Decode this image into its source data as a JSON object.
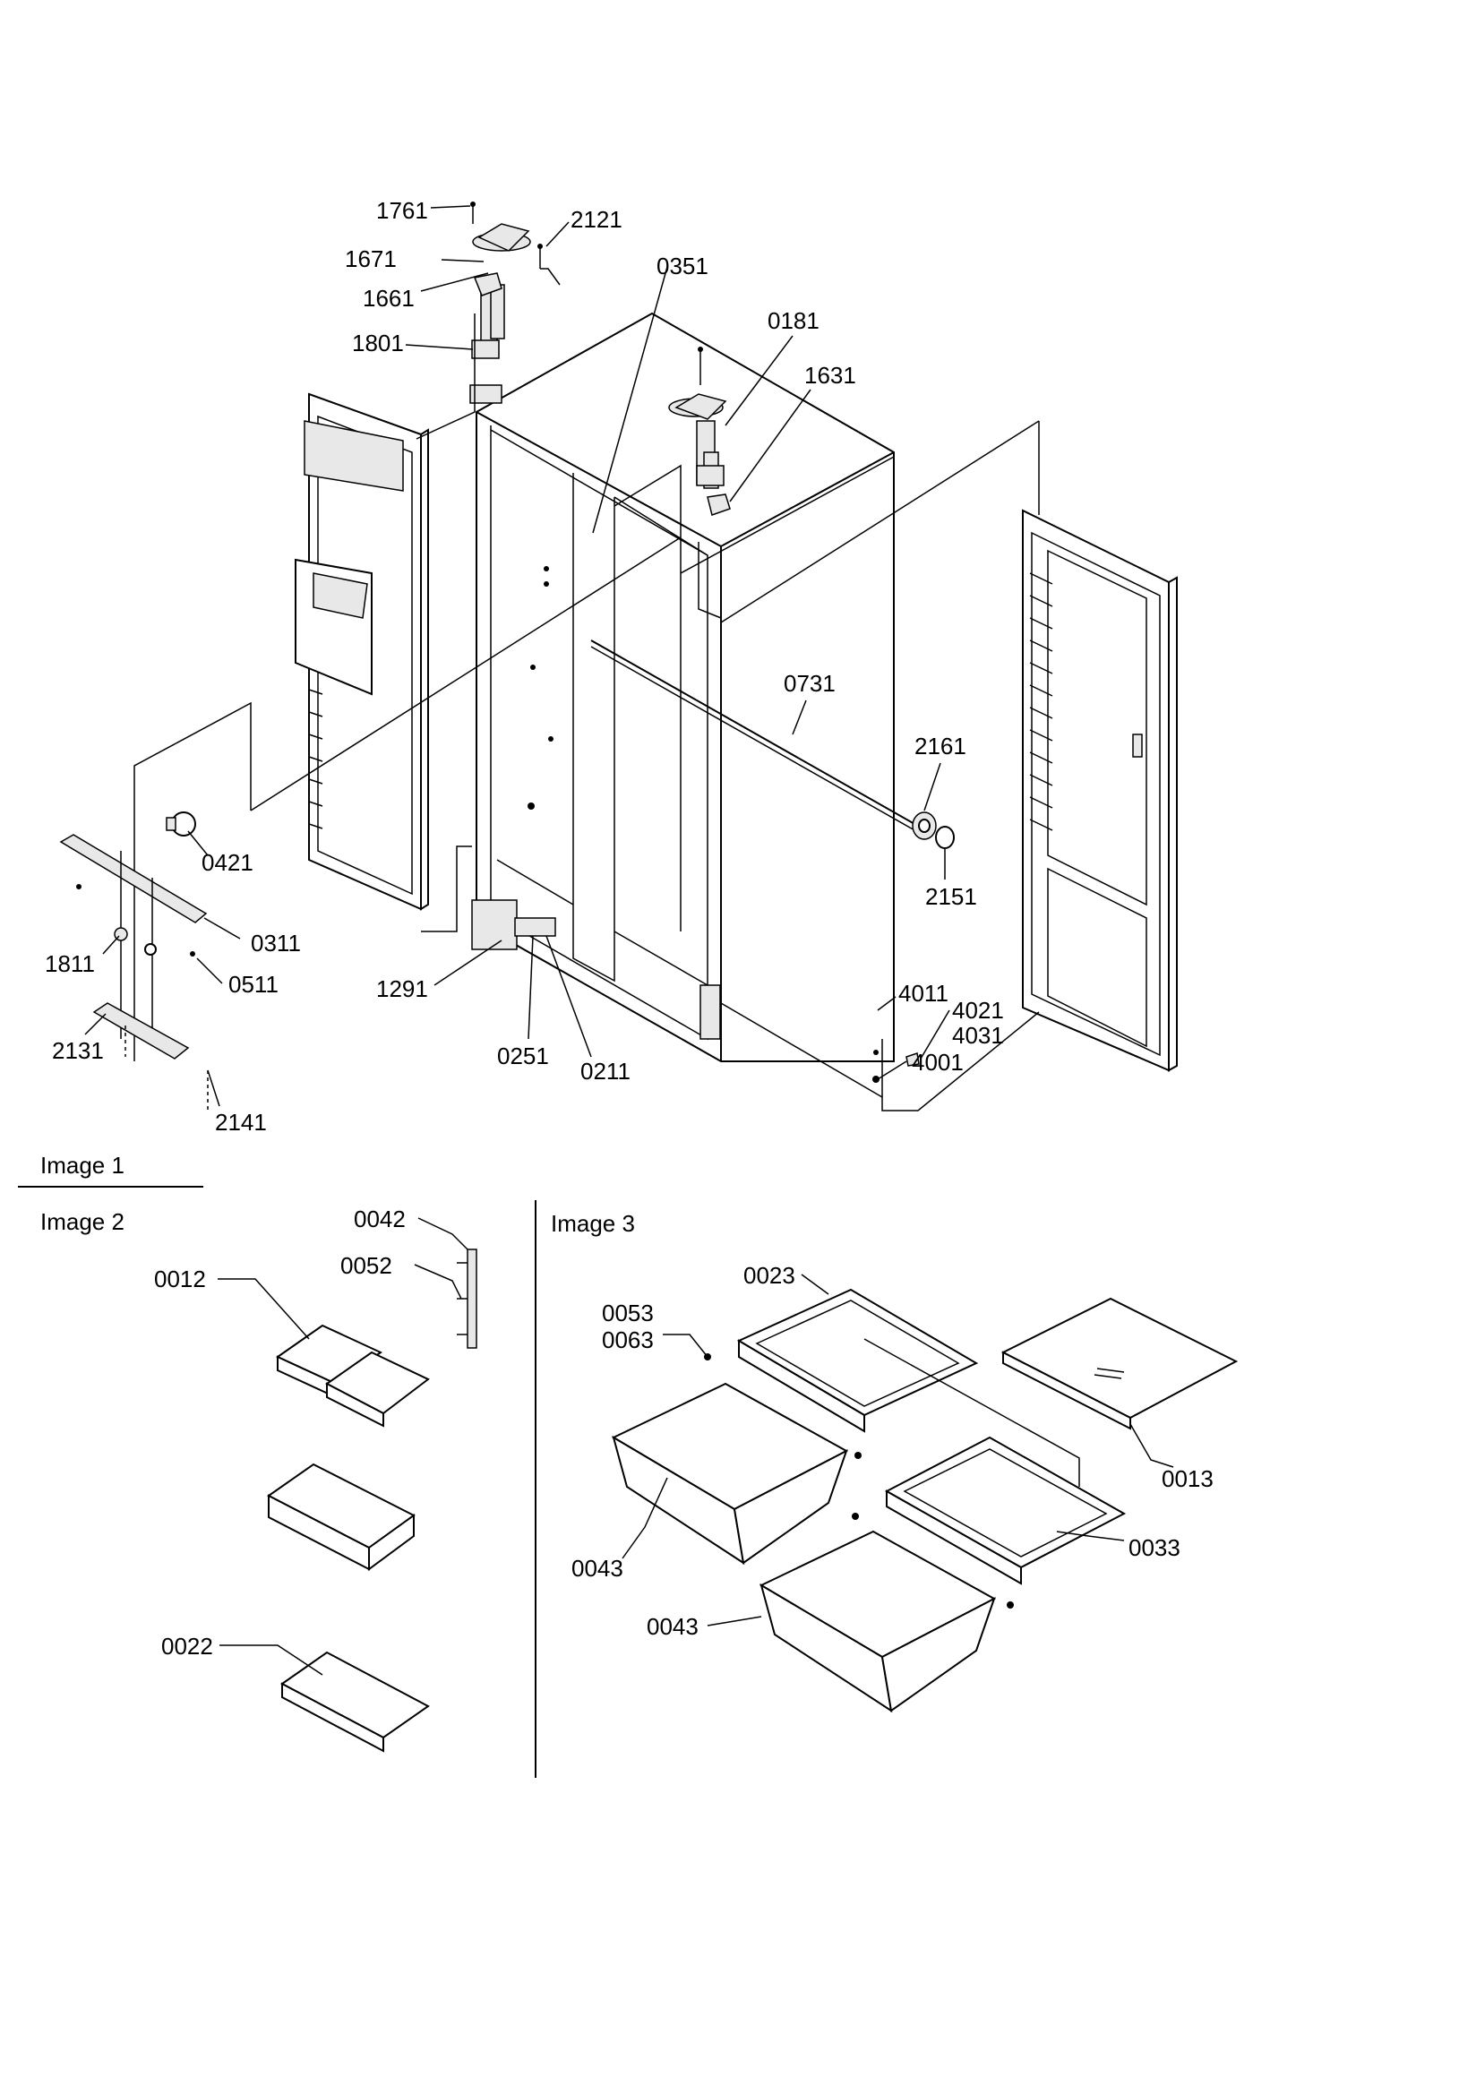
{
  "sections": {
    "image1": "Image 1",
    "image2": "Image 2",
    "image3": "Image 3"
  },
  "labels": {
    "p1761": "1761",
    "p2121": "2121",
    "p1671": "1671",
    "p1661": "1661",
    "p0351": "0351",
    "p0181": "0181",
    "p1801": "1801",
    "p1631": "1631",
    "p0731": "0731",
    "p2161": "2161",
    "p0421": "0421",
    "p2151": "2151",
    "p0311": "0311",
    "p1811": "1811",
    "p0511": "0511",
    "p1291": "1291",
    "p4011": "4011",
    "p4021": "4021",
    "p4031": "4031",
    "p4001": "4001",
    "p0251": "0251",
    "p0211": "0211",
    "p2131": "2131",
    "p2141": "2141",
    "p0042": "0042",
    "p0052": "0052",
    "p0012": "0012",
    "p0022": "0022",
    "p0023": "0023",
    "p0053": "0053",
    "p0063": "0063",
    "p0013": "0013",
    "p0043a": "0043",
    "p0033": "0033",
    "p0043b": "0043"
  }
}
